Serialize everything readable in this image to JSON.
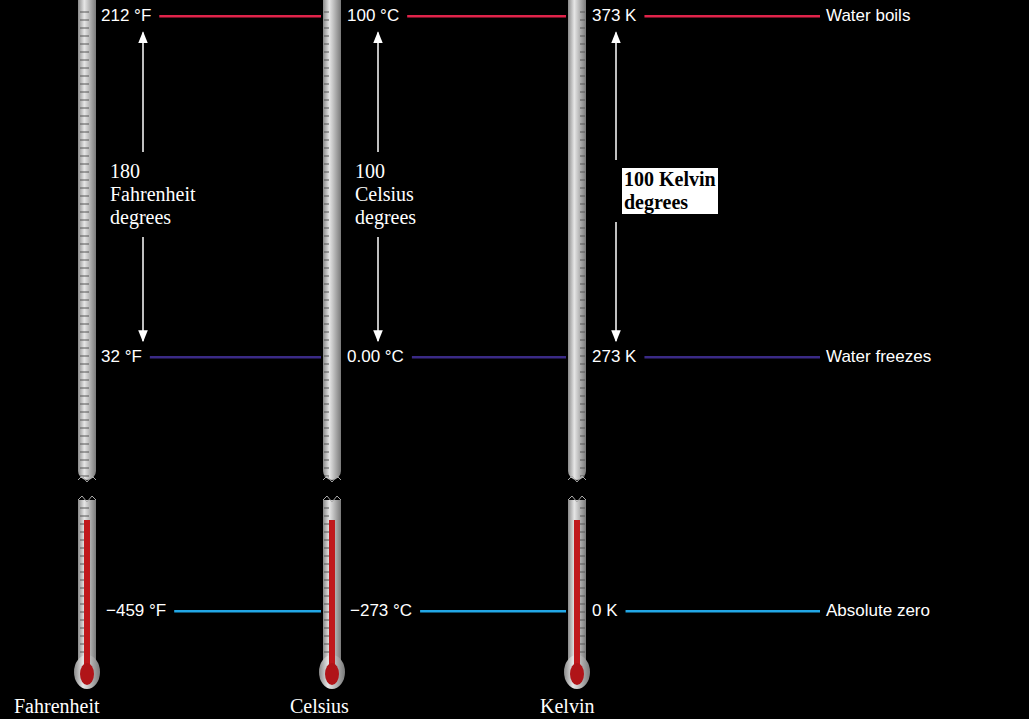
{
  "diagram": {
    "labels": [
      "212 °F",
      "100 °C",
      "373 K",
      "Water boils",
      "180 Fahrenheit degrees",
      "100 Celsius degrees",
      "100 Kelvin degrees",
      "32 °F",
      "0.00 °C",
      "273 K",
      "Water freezes",
      "−459 °F",
      "−273 °C",
      "0 K",
      "Absolute zero",
      "Fahrenheit",
      "Celsius",
      "Kelvin"
    ]
  }
}
